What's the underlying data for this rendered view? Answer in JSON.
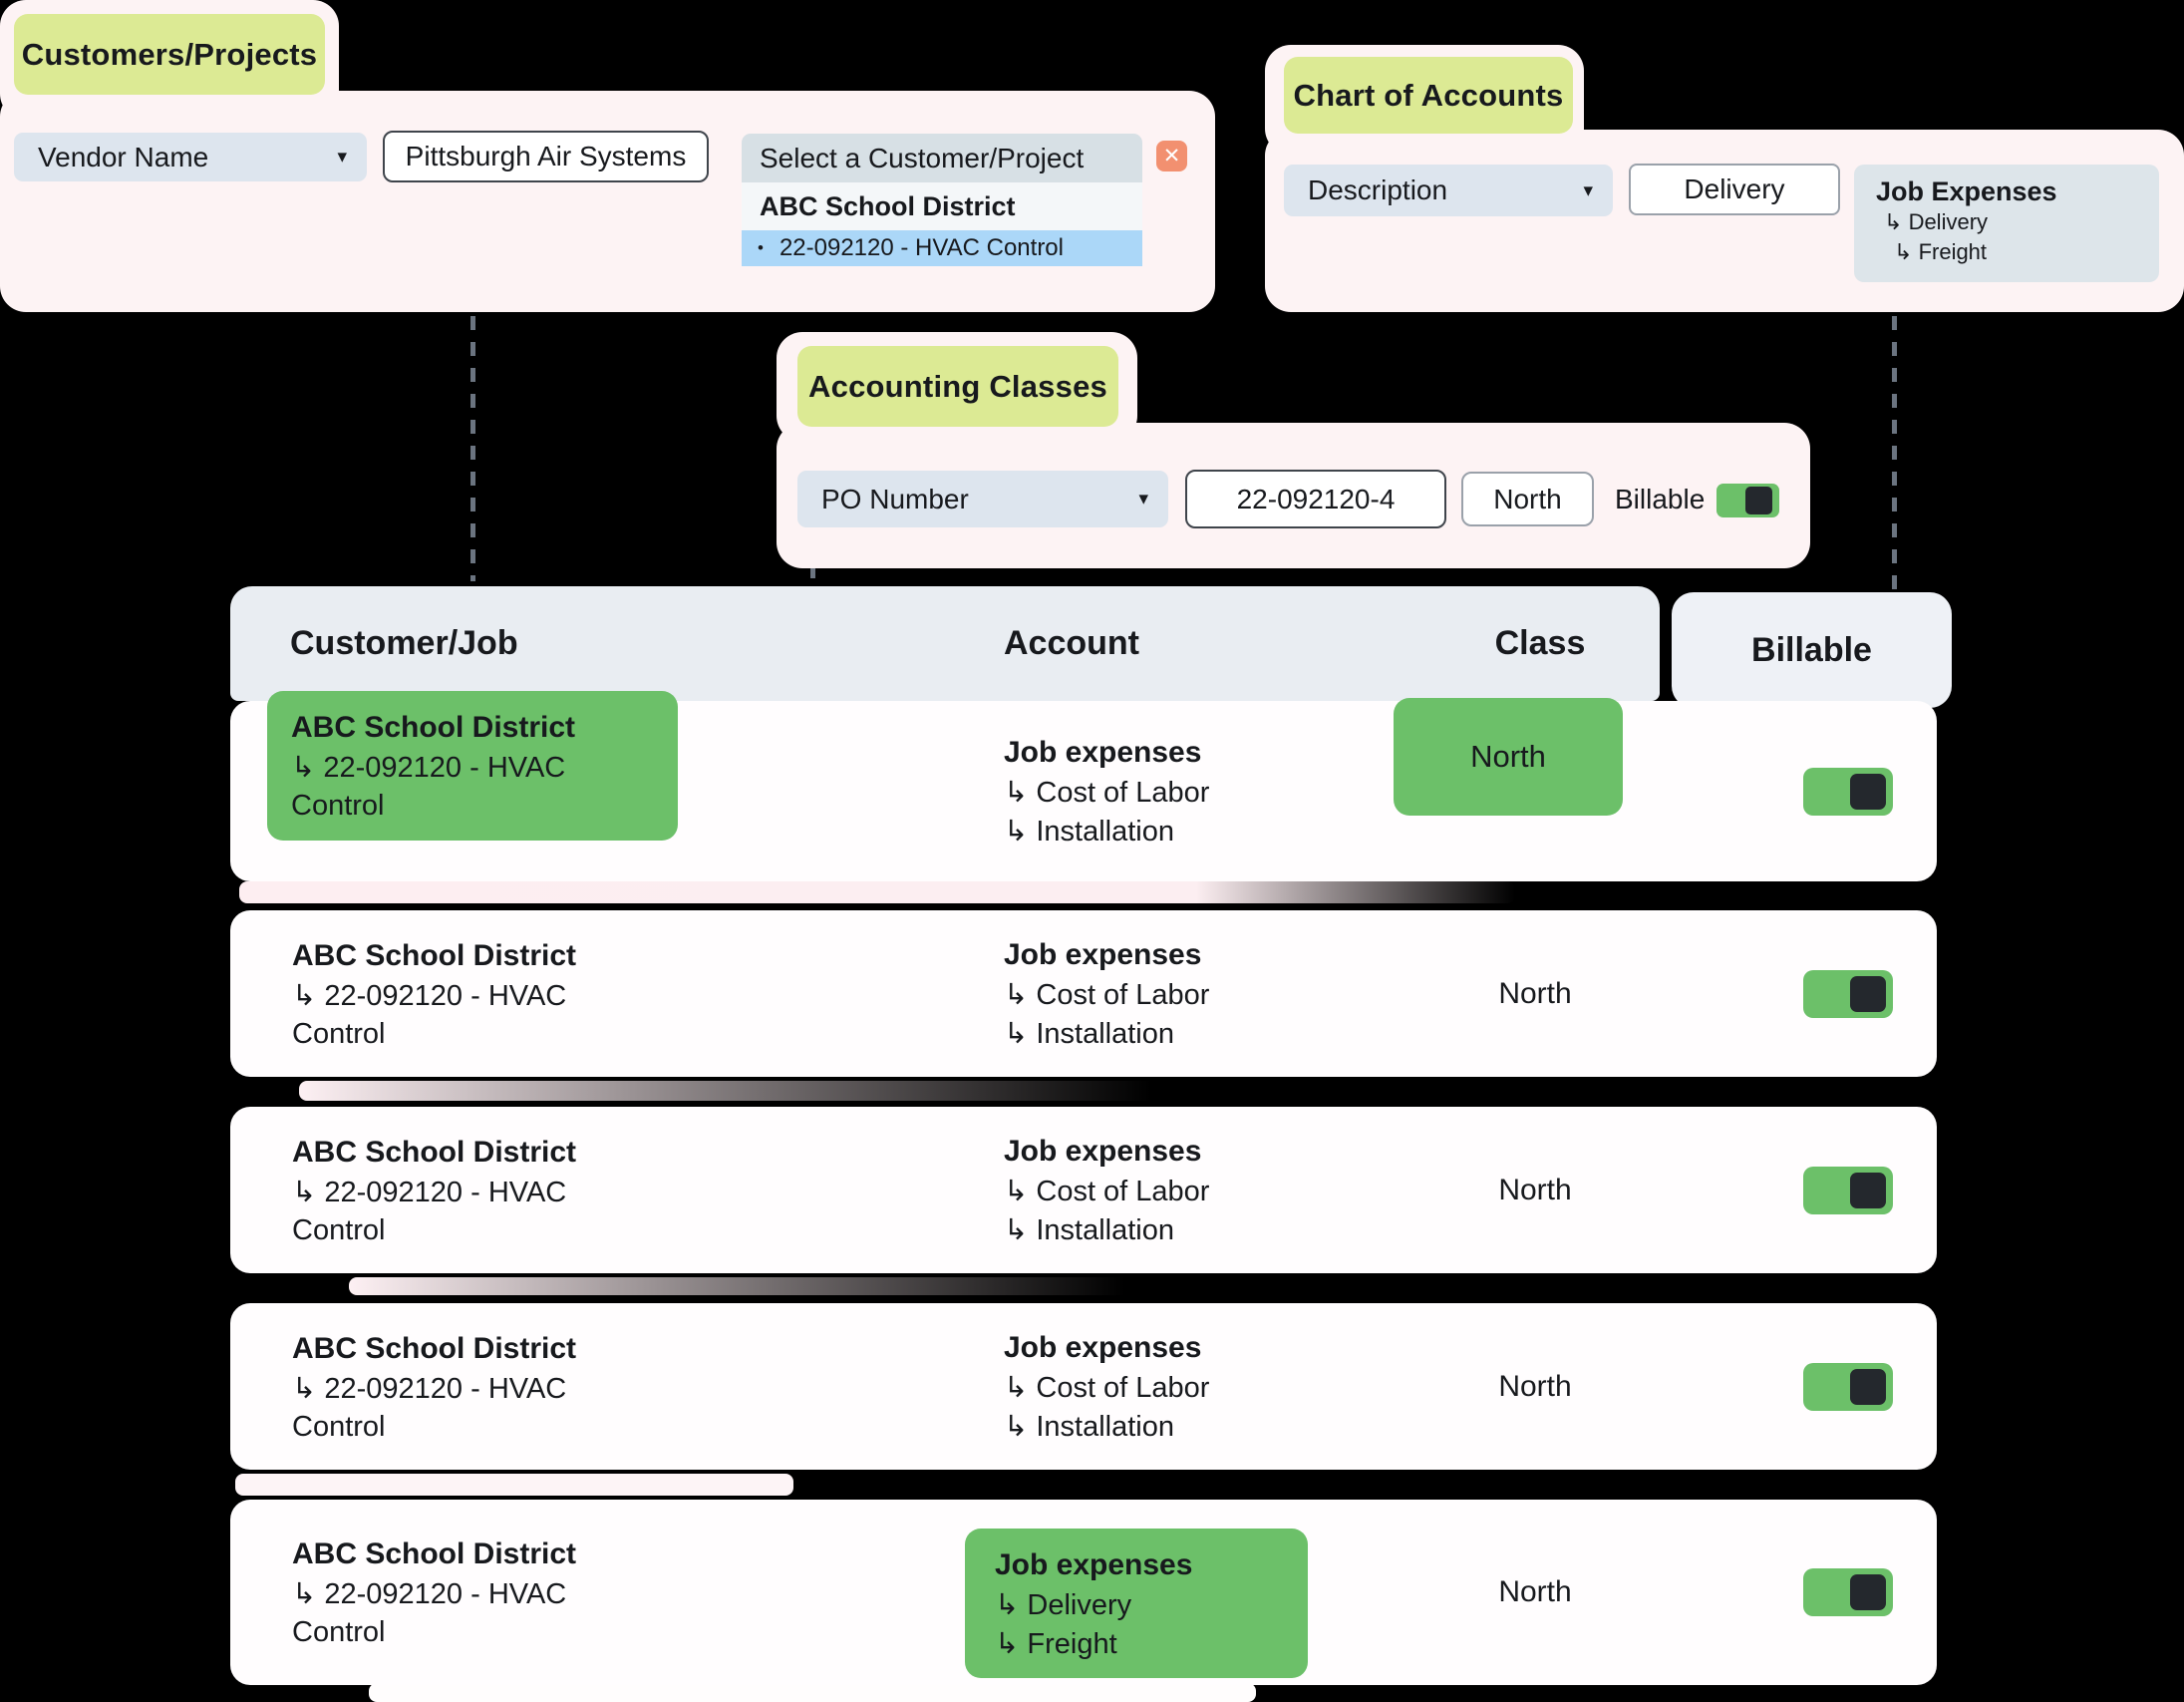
{
  "icons": {
    "caret_down": "▾",
    "close": "✕",
    "arrow_branch": "↳",
    "bullet": "•"
  },
  "colors": {
    "canvas": "#000000",
    "card": "#fdf3f4",
    "tab": "#dcea94",
    "select": "#dde5ee",
    "dropdown_header": "#d7e0e5",
    "option": "#f4f7f9",
    "option_selected": "#abd7f8",
    "close": "#f29070",
    "green": "#6cc069",
    "knob": "#24282d",
    "table_header": "#e9edf2",
    "billable_header": "#eef1f6",
    "row": "#fffdfe",
    "text": "#17191d",
    "dash": "#6b7480",
    "treebox": "#dde5ea",
    "input_border_dark": "#3f444b",
    "input_border_light": "#9aa1aa"
  },
  "panel_customers": {
    "tab_label": "Customers/Projects",
    "vendor_field_label": "Vendor Name",
    "vendor_name_value": "Pittsburgh Air Systems",
    "project_select_label": "Select a Customer/Project",
    "project_options": [
      {
        "label": "ABC School District",
        "indent": false,
        "selected": false
      },
      {
        "label": "22-092120 - HVAC Control",
        "indent": true,
        "selected": true
      }
    ]
  },
  "panel_accounts": {
    "tab_label": "Chart of Accounts",
    "account_field_label": "Description",
    "account_value": "Delivery",
    "account_tree": {
      "title": "Job Expenses",
      "children": [
        "Delivery",
        "Freight"
      ]
    }
  },
  "panel_classes": {
    "tab_label": "Accounting Classes",
    "class_field_label": "PO Number",
    "po_value": "22-092120-4",
    "class_value": "North",
    "billable_label": "Billable",
    "billable_on": true
  },
  "table": {
    "headers": [
      "Customer/Job",
      "Account",
      "Class",
      "Billable"
    ],
    "rows": [
      {
        "customer_title": "ABC School District",
        "customer_sub": "22-092120 - HVAC Control",
        "customer_highlight": true,
        "account_title": "Job expenses",
        "account_subs": [
          "Cost of Labor",
          "Installation"
        ],
        "account_highlight": false,
        "class_label": "North",
        "class_highlight": true,
        "billable": true
      },
      {
        "customer_title": "ABC School District",
        "customer_sub": "22-092120 - HVAC Control",
        "customer_highlight": false,
        "account_title": "Job expenses",
        "account_subs": [
          "Cost of Labor",
          "Installation"
        ],
        "account_highlight": false,
        "class_label": "North",
        "class_highlight": false,
        "billable": true
      },
      {
        "customer_title": "ABC School District",
        "customer_sub": "22-092120 - HVAC Control",
        "customer_highlight": false,
        "account_title": "Job expenses",
        "account_subs": [
          "Cost of Labor",
          "Installation"
        ],
        "account_highlight": false,
        "class_label": "North",
        "class_highlight": false,
        "billable": true
      },
      {
        "customer_title": "ABC School District",
        "customer_sub": "22-092120 - HVAC Control",
        "customer_highlight": false,
        "account_title": "Job expenses",
        "account_subs": [
          "Cost of Labor",
          "Installation"
        ],
        "account_highlight": false,
        "class_label": "North",
        "class_highlight": false,
        "billable": true
      },
      {
        "customer_title": "ABC School District",
        "customer_sub": "22-092120 - HVAC Control",
        "customer_highlight": false,
        "account_title": "Job expenses",
        "account_subs": [
          "Delivery",
          "Freight"
        ],
        "account_highlight": true,
        "class_label": "North",
        "class_highlight": false,
        "billable": true
      }
    ]
  }
}
